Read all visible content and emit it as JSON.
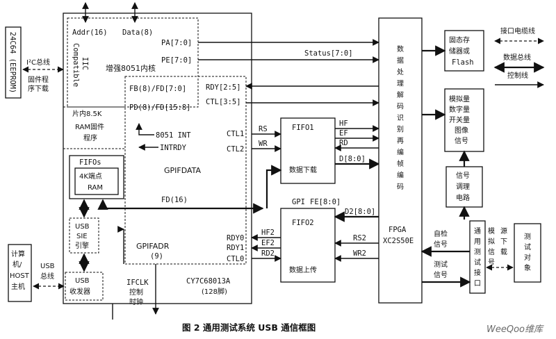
{
  "eeprom": {
    "label": "24C64 (EEPROM)"
  },
  "i2c_bus": {
    "line1": "I²C总线",
    "line2": "固件程",
    "line3": "序下载"
  },
  "cy7c": {
    "name": "CY7C68013A",
    "pins": "(128脚)"
  },
  "core": {
    "label": "增强8051内核",
    "addr": "Addr(16)",
    "data": "Data(8)",
    "iic": "IIC",
    "compatible": "Compatible"
  },
  "ports": {
    "pa": "PA[7:0]",
    "pe": "PE[7:0]",
    "status": "Status[7:0]",
    "fb": "FB(8)/FD[7:0]",
    "pd": "PD(8)/FD[15:8]",
    "rdy25": "RDY[2:5]",
    "ctl35": "CTL[3:5]"
  },
  "onchip_ram": {
    "line1": "片内8.5K",
    "line2": "RAM固件",
    "line3": "程序"
  },
  "int": {
    "int8051": "8051 INT",
    "intrdy": "INTRDY"
  },
  "gpif": {
    "data": "GPIFDATA",
    "fd16": "FD(16)",
    "adr": "GPIFADR",
    "adr_bits": "(9)"
  },
  "ctl": {
    "ctl1": "CTL1",
    "ctl2": "CTL2",
    "rs": "RS",
    "wr": "WR",
    "rdy0": "RDY0",
    "rdy1": "RDY1",
    "ctl0": "CTL0",
    "hf2": "HF2",
    "ef2": "EF2",
    "rd2": "RD2"
  },
  "fifos": {
    "title": "FIFOs",
    "line1": "4K端点",
    "line2": "RAM"
  },
  "usb_sie": {
    "line1": "USB",
    "line2": "SIE",
    "line3": "引擎"
  },
  "usb_trx": {
    "line1": "USB",
    "line2": "收发器"
  },
  "host": {
    "line1": "计算",
    "line2": "机/",
    "line3": "HOST",
    "line4": "主机"
  },
  "usb_bus": {
    "line1": "USB",
    "line2": "总线"
  },
  "ifclk": {
    "line1": "IFCLK",
    "line2": "控制",
    "line3": "时钟"
  },
  "fifo1": {
    "title": "FIFO1",
    "label": "数据下载",
    "hf": "HF",
    "ef": "EF",
    "rd": "RD",
    "d": "D[8:0]"
  },
  "fifo2": {
    "title": "FIFO2",
    "label": "数据上传",
    "gpi": "GPI",
    "fe": "FE[8:0]",
    "d2": "D2[8:0]",
    "rs2": "RS2",
    "wr2": "WR2"
  },
  "fpga": {
    "chars": [
      "数",
      "据",
      "处",
      "理",
      "解",
      "码",
      "识",
      "别",
      "再",
      "编",
      "帧",
      "编",
      "码"
    ],
    "name": "FPGA",
    "model": "XC2S50E"
  },
  "storage": {
    "line1": "固态存",
    "line2": "储器或",
    "line3": "Flash"
  },
  "signals": {
    "line1": "模拟量",
    "line2": "数字量",
    "line3": "开关量",
    "line4": "图像",
    "line5": "信号"
  },
  "conditioning": {
    "line1": "信号",
    "line2": "调理",
    "line3": "电路"
  },
  "test_interface": {
    "chars": [
      "通",
      "用",
      "测",
      "试",
      "接",
      "口"
    ]
  },
  "self_check": {
    "line1": "自检",
    "line2": "信号"
  },
  "test_signal": {
    "line1": "测试",
    "line2": "信号"
  },
  "sim_source": {
    "chars1": [
      "模",
      "拟",
      "信",
      "号"
    ],
    "chars2": [
      "源",
      "下",
      "载"
    ]
  },
  "test_object": {
    "chars": [
      "测",
      "试",
      "对",
      "象"
    ]
  },
  "legend": {
    "cable": "接口电缆线",
    "data_bus": "数据总线",
    "control": "控制线"
  },
  "caption": "图 2   通用测试系统 USB 通信框图",
  "watermark": "WeeQoo维库"
}
